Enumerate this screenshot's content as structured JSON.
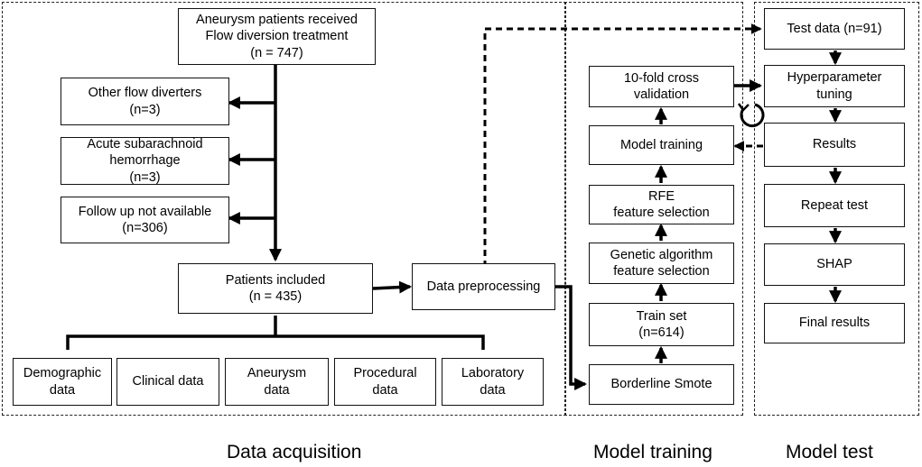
{
  "sections": {
    "acquisition": "Data acquisition",
    "training": "Model training",
    "test": "Model test"
  },
  "acquisition": {
    "root": "Aneurysm patients received\nFlow diversion treatment\n(n = 747)",
    "excluded_other": "Other flow diverters\n(n=3)",
    "excluded_sah": "Acute subarachnoid\nhemorrhage\n(n=3)",
    "excluded_followup": "Follow up not available\n(n=306)",
    "included": "Patients included\n(n = 435)",
    "preprocessing": "Data preprocessing",
    "data_types": [
      "Demographic\ndata",
      "Clinical data",
      "Aneurysm\ndata",
      "Procedural\ndata",
      "Laboratory\ndata"
    ]
  },
  "training": {
    "cross_validation": "10-fold cross\nvalidation",
    "model_training": "Model training",
    "rfe": "RFE\nfeature selection",
    "genetic": "Genetic algorithm\nfeature selection",
    "train_set": "Train set\n(n=614)",
    "smote": "Borderline Smote"
  },
  "test": {
    "test_data": "Test data (n=91)",
    "hyperparameter": "Hyperparameter\ntuning",
    "results": "Results",
    "repeat": "Repeat test",
    "shap": "SHAP",
    "final": "Final results"
  }
}
